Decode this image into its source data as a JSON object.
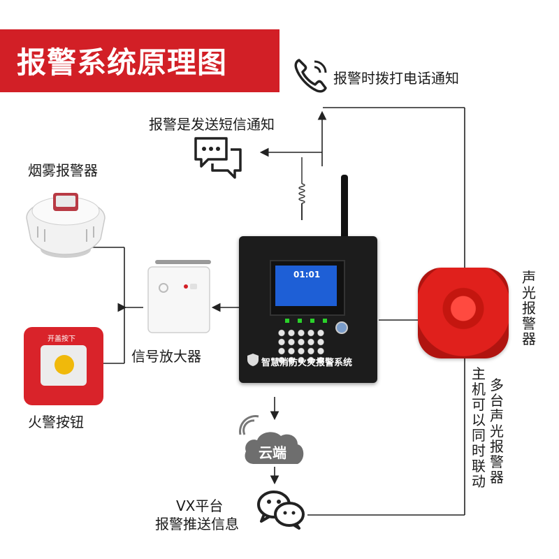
{
  "title": "报警系统原理图",
  "labels": {
    "phone_notice": "报警时拨打电话通知",
    "sms_notice": "报警是发送短信通知",
    "smoke_detector": "烟雾报警器",
    "signal_amplifier": "信号放大器",
    "fire_button": "火警按钮",
    "fire_button_top": "开盖按下",
    "host_name": "智慧消防火灾报警系统",
    "strobe_siren": "声光报警器",
    "linkage_left": "主机可以同时联动",
    "linkage_right": "多台声光报警器",
    "cloud": "云端",
    "vx_line1": "VX平台",
    "vx_line2": "报警推送信息",
    "screen_time": "01:01"
  },
  "icons": {
    "phone": "phone-icon",
    "sms": "chat-bubbles-icon",
    "wifi": "signal-waves-icon",
    "cloud": "cloud-icon",
    "wechat": "wechat-icon"
  },
  "colors": {
    "banner": "#d21f26",
    "device_body": "#1c1c1c",
    "siren_red": "#e0201c",
    "cloud_gray": "#6e6e6e"
  }
}
